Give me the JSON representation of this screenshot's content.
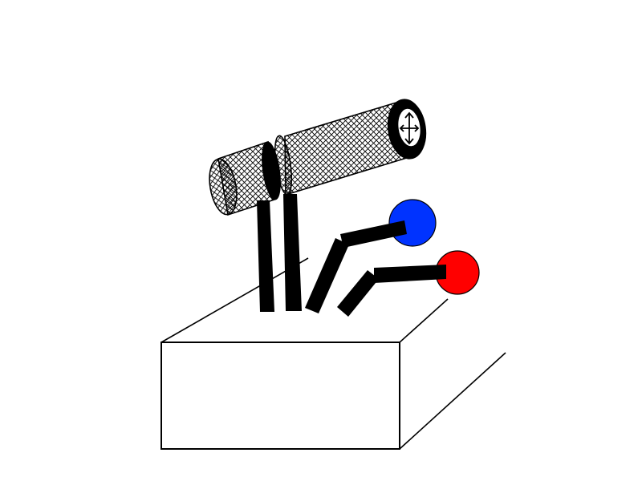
{
  "diagram": {
    "colors": {
      "background": "#ffffff",
      "stroke": "#000000",
      "blue_ball": "#0033ff",
      "red_ball": "#ff0000"
    },
    "components": [
      {
        "id": "base-box",
        "kind": "open-top box"
      },
      {
        "id": "telescope-small-tube",
        "kind": "crosshatched cylinder"
      },
      {
        "id": "telescope-large-tube",
        "kind": "crosshatched cylinder"
      },
      {
        "id": "eyepiece",
        "kind": "lens with four-way arrow"
      },
      {
        "id": "support-post-left",
        "kind": "vertical bar"
      },
      {
        "id": "support-post-right",
        "kind": "vertical bar"
      },
      {
        "id": "lever-arm-blue",
        "kind": "bent lever with ball"
      },
      {
        "id": "lever-arm-red",
        "kind": "bent lever with ball"
      }
    ],
    "icons": [
      "four-way-arrow-icon"
    ]
  }
}
